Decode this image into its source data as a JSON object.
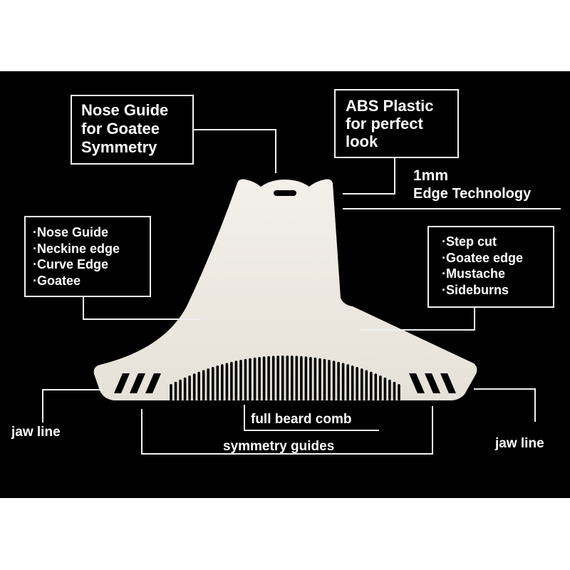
{
  "colors": {
    "background": "#000000",
    "page_margin": "#ffffff",
    "text": "#ffffff",
    "callout_line": "#f0f0f0",
    "comb_fill": "#efebe4"
  },
  "callouts": {
    "nose_guide": {
      "lines": [
        "Nose Guide",
        "for Goatee",
        "Symmetry"
      ]
    },
    "abs_plastic": {
      "lines": [
        "ABS Plastic",
        "for perfect",
        "look"
      ]
    },
    "edge_tech": {
      "title": "1mm",
      "subtitle": "Edge Technology"
    },
    "left_features": {
      "items": [
        "·Nose Guide",
        "·Neckine edge",
        "·Curve Edge",
        "·Goatee"
      ]
    },
    "right_features": {
      "items": [
        "·Step cut",
        "·Goatee edge",
        "·Mustache",
        "·Sideburns"
      ]
    },
    "jaw_line_left": {
      "label": "jaw line"
    },
    "jaw_line_right": {
      "label": "jaw line"
    },
    "full_beard_comb": {
      "label": "full beard comb"
    },
    "symmetry_guides": {
      "label": "symmetry guides"
    }
  },
  "product": {
    "name": "beard-shaping-comb",
    "comb_teeth_count": 50,
    "guide_slots_per_side": 3
  }
}
